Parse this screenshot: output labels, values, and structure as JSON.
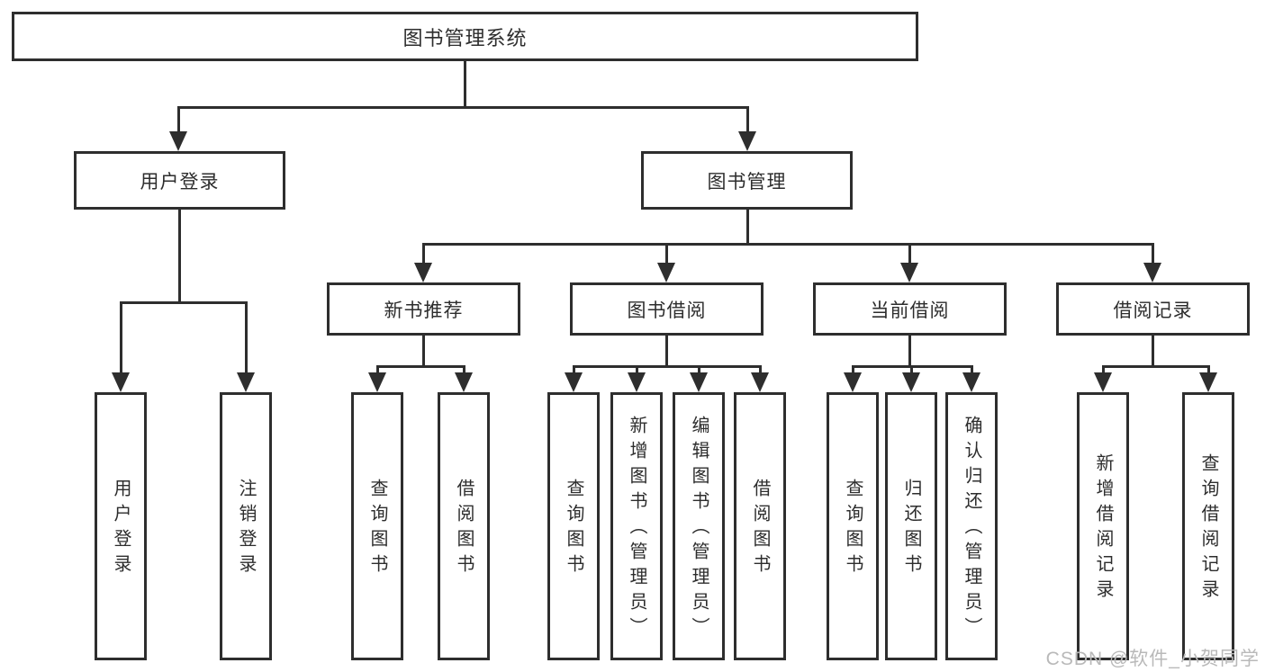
{
  "tree": {
    "root": {
      "label": "图书管理系统"
    },
    "branches": [
      {
        "label": "用户登录",
        "children": [
          {
            "label": "用户登录"
          },
          {
            "label": "注销登录"
          }
        ]
      },
      {
        "label": "图书管理",
        "children": [
          {
            "label": "新书推荐",
            "children": [
              {
                "label": "查询图书"
              },
              {
                "label": "借阅图书"
              }
            ]
          },
          {
            "label": "图书借阅",
            "children": [
              {
                "label": "查询图书"
              },
              {
                "label": "新增图书（管理员）"
              },
              {
                "label": "编辑图书（管理员）"
              },
              {
                "label": "借阅图书"
              }
            ]
          },
          {
            "label": "当前借阅",
            "children": [
              {
                "label": "查询图书"
              },
              {
                "label": "归还图书"
              },
              {
                "label": "确认归还（管理员）"
              }
            ]
          },
          {
            "label": "借阅记录",
            "children": [
              {
                "label": "新增借阅记录"
              },
              {
                "label": "查询借阅记录"
              }
            ]
          }
        ]
      }
    ]
  },
  "watermark": {
    "text": "CSDN @软件_小贺同学"
  },
  "colors": {
    "line": "#2e2e2e",
    "box_background": "#ffffff",
    "watermark": "#b9b9b9"
  }
}
